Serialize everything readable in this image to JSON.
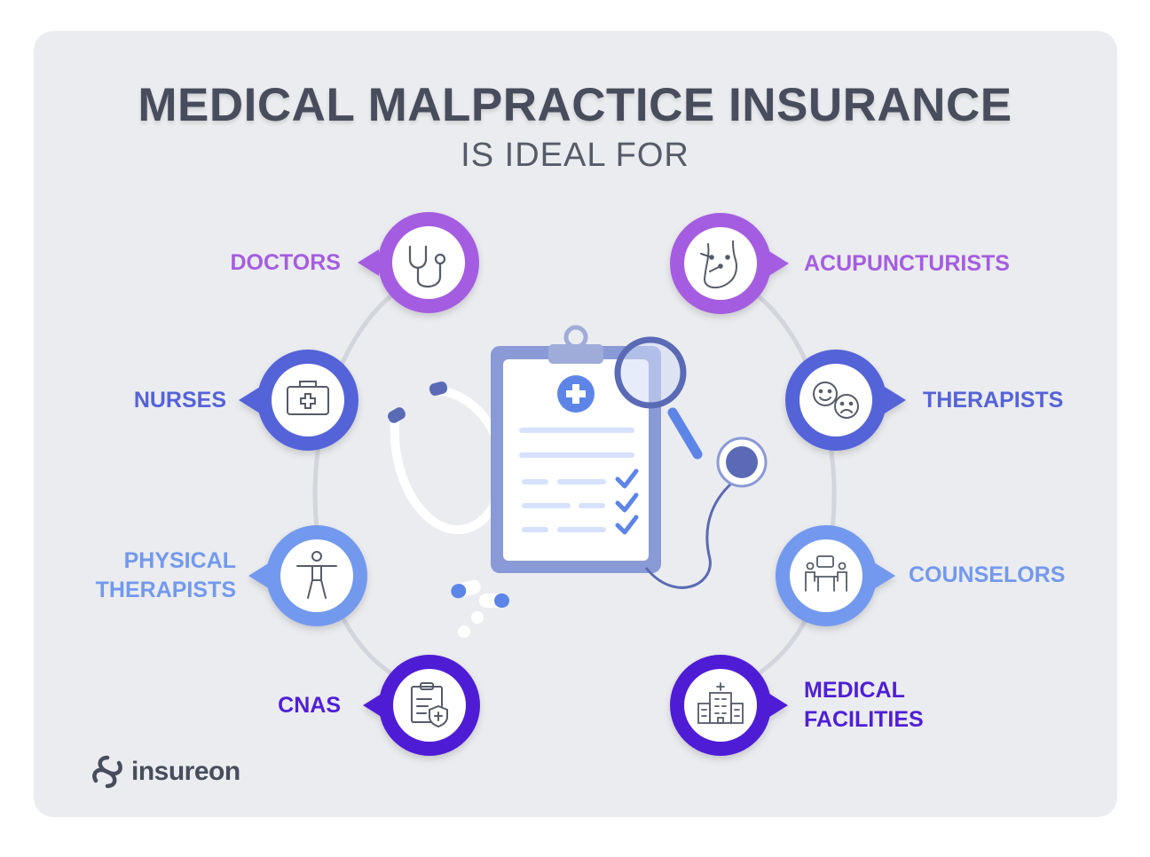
{
  "title": "MEDICAL MALPRACTICE INSURANCE",
  "subtitle": "IS IDEAL FOR",
  "colors": {
    "background": "#ebecef",
    "title": "#474d5c",
    "doctors": "#a45de0",
    "nurses": "#5563d8",
    "physical_therapists": "#7399ee",
    "cnas": "#4f1fd6",
    "acupuncturists": "#a45de0",
    "therapists": "#5563d8",
    "counselors": "#7399ee",
    "medical_facilities": "#4f1fd6"
  },
  "professions_left": [
    {
      "label": "DOCTORS",
      "icon": "stethoscope-icon"
    },
    {
      "label": "NURSES",
      "icon": "medical-kit-icon"
    },
    {
      "label": "PHYSICAL\nTHERAPISTS",
      "icon": "human-figure-icon"
    },
    {
      "label": "CNAS",
      "icon": "clipboard-shield-icon"
    }
  ],
  "professions_right": [
    {
      "label": "ACUPUNCTURISTS",
      "icon": "foot-acupuncture-icon"
    },
    {
      "label": "THERAPISTS",
      "icon": "faces-icon"
    },
    {
      "label": "COUNSELORS",
      "icon": "meeting-icon"
    },
    {
      "label": "MEDICAL\nFACILITIES",
      "icon": "hospital-icon"
    }
  ],
  "center_illustration": "clipboard-with-stethoscope-and-magnifier",
  "logo": {
    "text": "insureon",
    "icon": "insureon-logo-icon"
  }
}
